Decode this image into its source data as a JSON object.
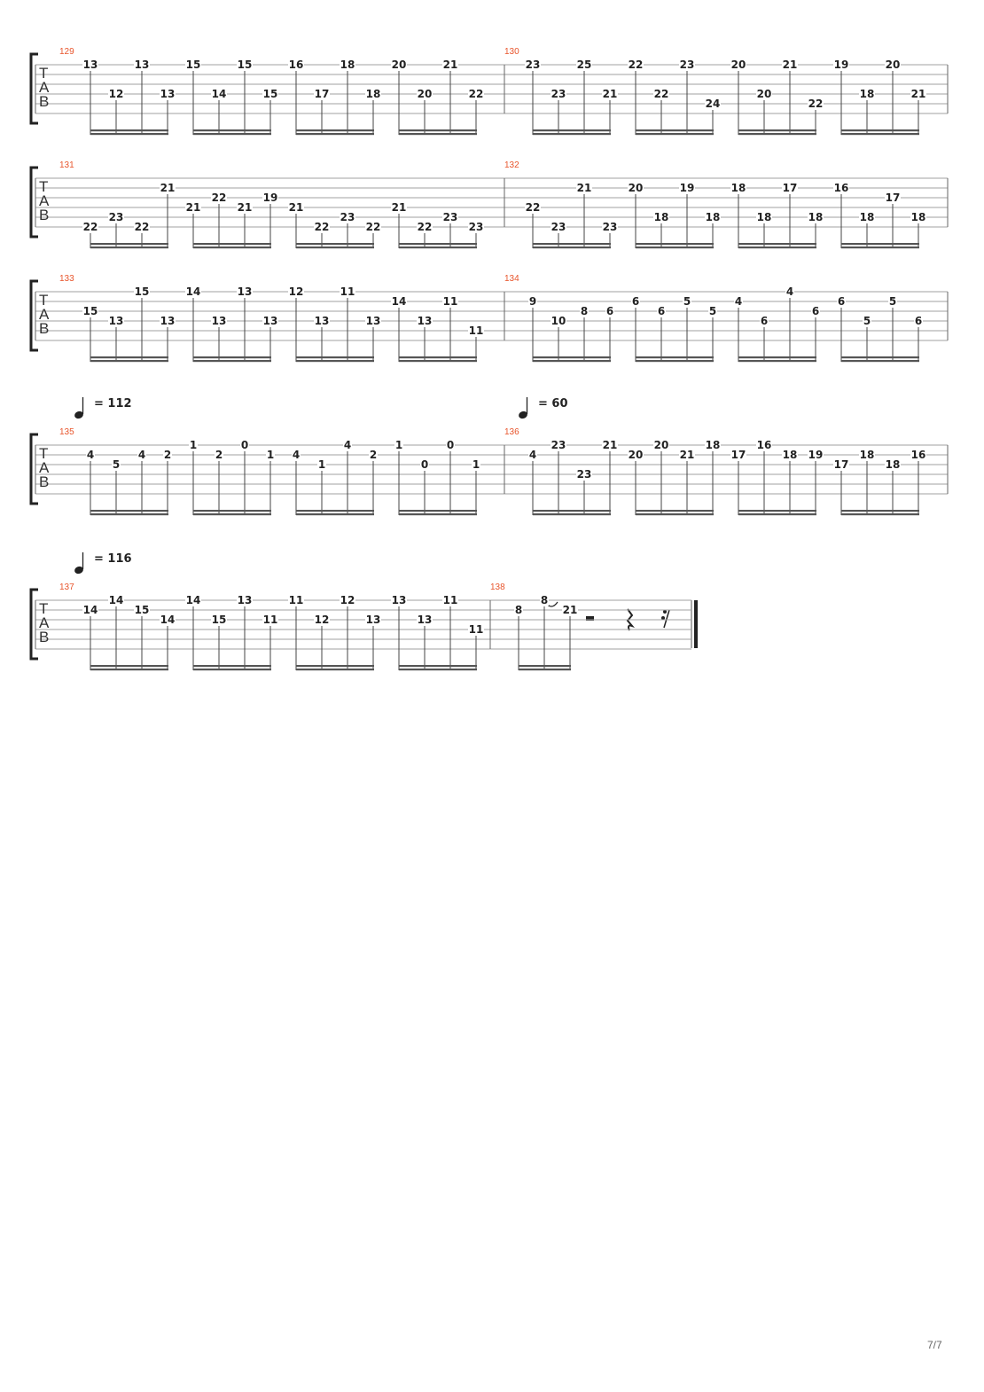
{
  "page_number": "7/7",
  "colors": {
    "measure_number": "#e8552c",
    "line": "#a0a0a0",
    "text": "#222222"
  },
  "tab_clef": [
    "T",
    "A",
    "B"
  ],
  "systems": [
    {
      "measures": [
        {
          "number": "129",
          "groups": [
            [
              {
                "f": "13",
                "s": 1
              },
              {
                "f": "12",
                "s": 4
              },
              {
                "f": "13",
                "s": 1
              },
              {
                "f": "13",
                "s": 4
              }
            ],
            [
              {
                "f": "15",
                "s": 1
              },
              {
                "f": "14",
                "s": 4
              },
              {
                "f": "15",
                "s": 1
              },
              {
                "f": "15",
                "s": 4
              }
            ],
            [
              {
                "f": "16",
                "s": 1
              },
              {
                "f": "17",
                "s": 4
              },
              {
                "f": "18",
                "s": 1
              },
              {
                "f": "18",
                "s": 4
              }
            ],
            [
              {
                "f": "20",
                "s": 1
              },
              {
                "f": "20",
                "s": 4
              },
              {
                "f": "21",
                "s": 1
              },
              {
                "f": "22",
                "s": 4
              }
            ]
          ]
        },
        {
          "number": "130",
          "groups": [
            [
              {
                "f": "23",
                "s": 1
              },
              {
                "f": "23",
                "s": 4
              },
              {
                "f": "25",
                "s": 1
              },
              {
                "f": "21",
                "s": 4
              }
            ],
            [
              {
                "f": "22",
                "s": 1
              },
              {
                "f": "22",
                "s": 4
              },
              {
                "f": "23",
                "s": 1
              },
              {
                "f": "24",
                "s": 5
              }
            ],
            [
              {
                "f": "20",
                "s": 1
              },
              {
                "f": "20",
                "s": 4
              },
              {
                "f": "21",
                "s": 1
              },
              {
                "f": "22",
                "s": 5
              }
            ],
            [
              {
                "f": "19",
                "s": 1
              },
              {
                "f": "18",
                "s": 4
              },
              {
                "f": "20",
                "s": 1
              },
              {
                "f": "21",
                "s": 4
              }
            ]
          ]
        }
      ]
    },
    {
      "measures": [
        {
          "number": "131",
          "groups": [
            [
              {
                "f": "22",
                "s": 6
              },
              {
                "f": "23",
                "s": 5
              },
              {
                "f": "22",
                "s": 6
              },
              {
                "f": "21",
                "s": 2
              }
            ],
            [
              {
                "f": "21",
                "s": 4
              },
              {
                "f": "22",
                "s": 3
              },
              {
                "f": "21",
                "s": 4
              },
              {
                "f": "19",
                "s": 3
              }
            ],
            [
              {
                "f": "21",
                "s": 4
              },
              {
                "f": "22",
                "s": 6
              },
              {
                "f": "23",
                "s": 5
              },
              {
                "f": "22",
                "s": 6
              }
            ],
            [
              {
                "f": "21",
                "s": 4
              },
              {
                "f": "22",
                "s": 6
              },
              {
                "f": "23",
                "s": 5
              },
              {
                "f": "23",
                "s": 6
              }
            ]
          ]
        },
        {
          "number": "132",
          "groups": [
            [
              {
                "f": "22",
                "s": 4
              },
              {
                "f": "23",
                "s": 6
              },
              {
                "f": "21",
                "s": 2
              },
              {
                "f": "23",
                "s": 6
              }
            ],
            [
              {
                "f": "20",
                "s": 2
              },
              {
                "f": "18",
                "s": 5
              },
              {
                "f": "19",
                "s": 2
              },
              {
                "f": "18",
                "s": 5
              }
            ],
            [
              {
                "f": "18",
                "s": 2
              },
              {
                "f": "18",
                "s": 5
              },
              {
                "f": "17",
                "s": 2
              },
              {
                "f": "18",
                "s": 5
              }
            ],
            [
              {
                "f": "16",
                "s": 2
              },
              {
                "f": "18",
                "s": 5
              },
              {
                "f": "17",
                "s": 3
              },
              {
                "f": "18",
                "s": 5
              }
            ]
          ]
        }
      ]
    },
    {
      "measures": [
        {
          "number": "133",
          "groups": [
            [
              {
                "f": "15",
                "s": 3
              },
              {
                "f": "13",
                "s": 4
              },
              {
                "f": "15",
                "s": 1
              },
              {
                "f": "13",
                "s": 4
              }
            ],
            [
              {
                "f": "14",
                "s": 1
              },
              {
                "f": "13",
                "s": 4
              },
              {
                "f": "13",
                "s": 1
              },
              {
                "f": "13",
                "s": 4
              }
            ],
            [
              {
                "f": "12",
                "s": 1
              },
              {
                "f": "13",
                "s": 4
              },
              {
                "f": "11",
                "s": 1
              },
              {
                "f": "13",
                "s": 4
              }
            ],
            [
              {
                "f": "14",
                "s": 2
              },
              {
                "f": "13",
                "s": 4
              },
              {
                "f": "11",
                "s": 2
              },
              {
                "f": "11",
                "s": 5
              }
            ]
          ]
        },
        {
          "number": "134",
          "groups": [
            [
              {
                "f": "9",
                "s": 2
              },
              {
                "f": "10",
                "s": 4
              },
              {
                "f": "8",
                "s": 3
              },
              {
                "f": "6",
                "s": 3
              }
            ],
            [
              {
                "f": "6",
                "s": 2
              },
              {
                "f": "6",
                "s": 3
              },
              {
                "f": "5",
                "s": 2
              },
              {
                "f": "5",
                "s": 3
              }
            ],
            [
              {
                "f": "4",
                "s": 2
              },
              {
                "f": "6",
                "s": 4
              },
              {
                "f": "4",
                "s": 1
              },
              {
                "f": "6",
                "s": 3
              }
            ],
            [
              {
                "f": "6",
                "s": 2
              },
              {
                "f": "5",
                "s": 4
              },
              {
                "f": "5",
                "s": 2
              },
              {
                "f": "6",
                "s": 4
              }
            ]
          ]
        }
      ]
    },
    {
      "tempos": [
        {
          "bpm": "= 112"
        },
        {
          "bpm": "= 60"
        }
      ],
      "measures": [
        {
          "number": "135",
          "groups": [
            [
              {
                "f": "4",
                "s": 2
              },
              {
                "f": "5",
                "s": 3
              },
              {
                "f": "4",
                "s": 2
              },
              {
                "f": "2",
                "s": 2
              }
            ],
            [
              {
                "f": "1",
                "s": 1
              },
              {
                "f": "2",
                "s": 2
              },
              {
                "f": "0",
                "s": 1
              },
              {
                "f": "1",
                "s": 2
              }
            ],
            [
              {
                "f": "4",
                "s": 2
              },
              {
                "f": "1",
                "s": 3
              },
              {
                "f": "4",
                "s": 1
              },
              {
                "f": "2",
                "s": 2
              }
            ],
            [
              {
                "f": "1",
                "s": 1
              },
              {
                "f": "0",
                "s": 3
              },
              {
                "f": "0",
                "s": 1
              },
              {
                "f": "1",
                "s": 3
              }
            ]
          ]
        },
        {
          "number": "136",
          "groups": [
            [
              {
                "f": "4",
                "s": 2
              },
              {
                "f": "23",
                "s": 1
              },
              {
                "f": "23",
                "s": 4
              },
              {
                "f": "21",
                "s": 1
              }
            ],
            [
              {
                "f": "20",
                "s": 2
              },
              {
                "f": "20",
                "s": 1
              },
              {
                "f": "21",
                "s": 2
              },
              {
                "f": "18",
                "s": 1
              }
            ],
            [
              {
                "f": "17",
                "s": 2
              },
              {
                "f": "16",
                "s": 1
              },
              {
                "f": "18",
                "s": 2
              },
              {
                "f": "19",
                "s": 2
              }
            ],
            [
              {
                "f": "17",
                "s": 3
              },
              {
                "f": "18",
                "s": 2
              },
              {
                "f": "18",
                "s": 3
              },
              {
                "f": "16",
                "s": 2
              }
            ]
          ]
        }
      ]
    },
    {
      "tempos": [
        {
          "bpm": "= 116"
        }
      ],
      "measures": [
        {
          "number": "137",
          "groups": [
            [
              {
                "f": "14",
                "s": 2
              },
              {
                "f": "14",
                "s": 1
              },
              {
                "f": "15",
                "s": 2
              },
              {
                "f": "14",
                "s": 3
              }
            ],
            [
              {
                "f": "14",
                "s": 1
              },
              {
                "f": "15",
                "s": 3
              },
              {
                "f": "13",
                "s": 1
              },
              {
                "f": "11",
                "s": 3
              }
            ],
            [
              {
                "f": "11",
                "s": 1
              },
              {
                "f": "12",
                "s": 3
              },
              {
                "f": "12",
                "s": 1
              },
              {
                "f": "13",
                "s": 3
              }
            ],
            [
              {
                "f": "13",
                "s": 1
              },
              {
                "f": "13",
                "s": 3
              },
              {
                "f": "11",
                "s": 1
              },
              {
                "f": "11",
                "s": 4
              }
            ]
          ]
        },
        {
          "number": "138",
          "groups": [
            [
              {
                "f": "8",
                "s": 2
              },
              {
                "f": "8",
                "s": 1
              },
              {
                "f": "21",
                "s": 2
              }
            ]
          ]
        }
      ]
    }
  ]
}
